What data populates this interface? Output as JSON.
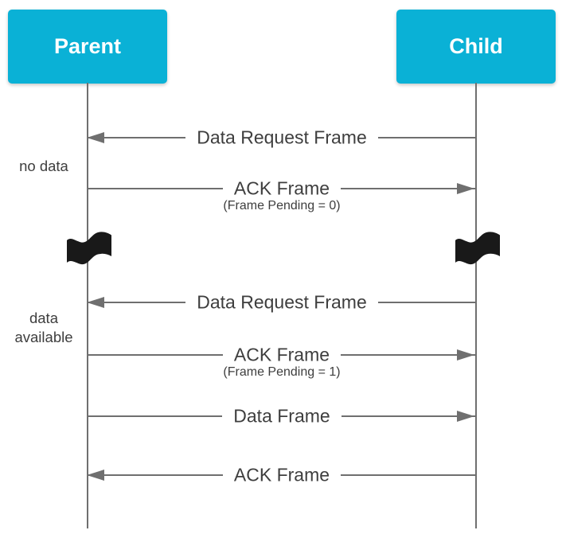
{
  "diagram_type": "sequence-diagram",
  "actors": {
    "left": {
      "label": "Parent"
    },
    "right": {
      "label": "Child"
    }
  },
  "phase_labels": {
    "no_data": "no data",
    "data_available": "data available"
  },
  "messages": [
    {
      "label": "Data Request Frame",
      "sublabel": "",
      "from": "Child",
      "to": "Parent"
    },
    {
      "label": "ACK Frame",
      "sublabel": "(Frame Pending = 0)",
      "from": "Parent",
      "to": "Child"
    },
    {
      "label": "Data Request Frame",
      "sublabel": "",
      "from": "Child",
      "to": "Parent"
    },
    {
      "label": "ACK Frame",
      "sublabel": "(Frame Pending = 1)",
      "from": "Parent",
      "to": "Child"
    },
    {
      "label": "Data Frame",
      "sublabel": "",
      "from": "Parent",
      "to": "Child"
    },
    {
      "label": "ACK Frame",
      "sublabel": "",
      "from": "Child",
      "to": "Parent"
    }
  ],
  "icons": {
    "break_marker": "waving-flag-icon"
  },
  "colors": {
    "actor": "#0ab1d6",
    "actor_text": "#ffffff",
    "line": "#6f6f6f",
    "text": "#3e3e3e",
    "flag": "#191919",
    "background": "#ffffff"
  }
}
